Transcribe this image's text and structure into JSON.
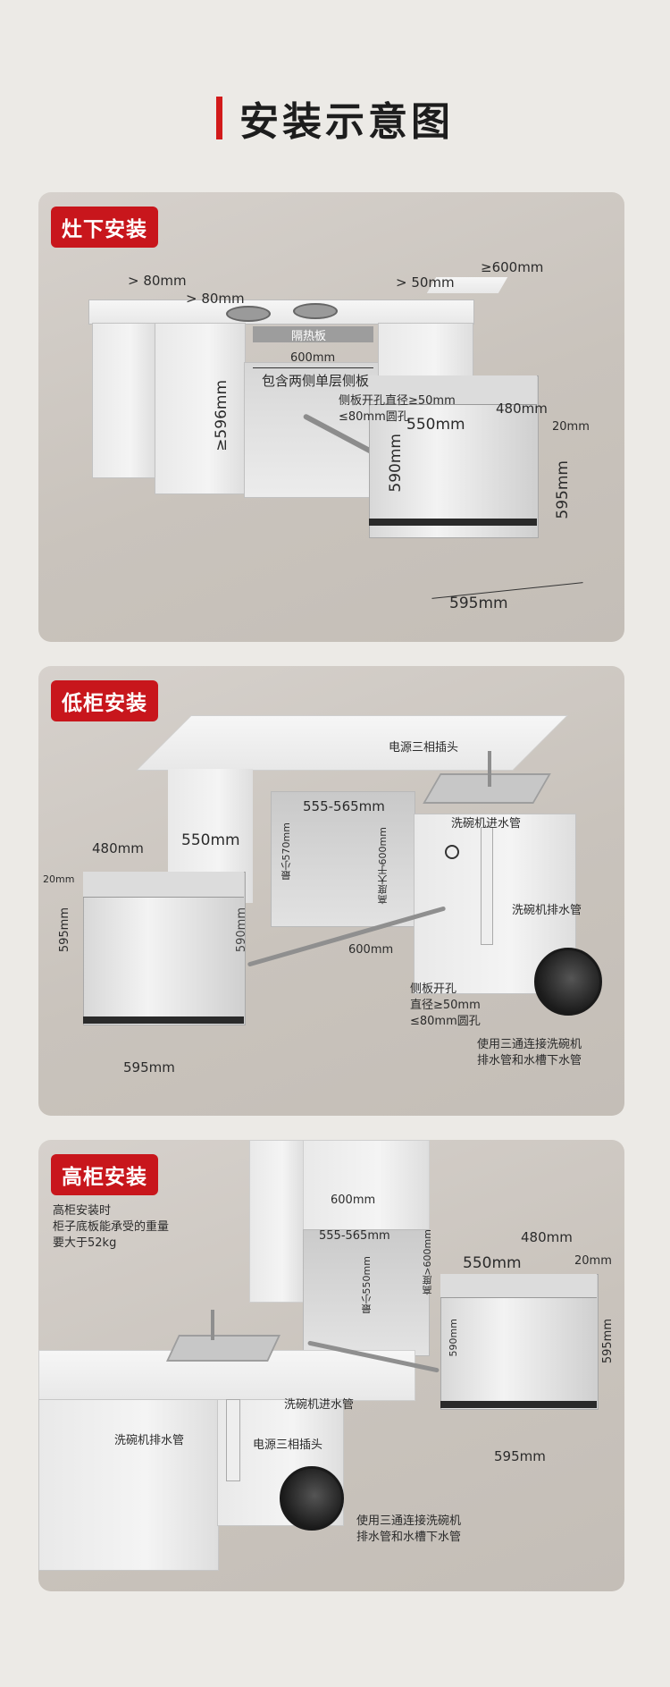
{
  "page_title": "安装示意图",
  "colors": {
    "accent": "#c8161c",
    "background": "#eceae6",
    "panel": "#cdc7c0"
  },
  "section1": {
    "badge": "灶下安装",
    "dim_600_top": "≥600mm",
    "dim_80_a": "> 80mm",
    "dim_80_b": "> 80mm",
    "dim_50": "> 50mm",
    "heat_shield": "隔热板",
    "dim_600_inner": "600mm",
    "side_panel_note": "包含两侧单层侧板",
    "dim_596": "≥596mm",
    "hole_note_1": "侧板开孔直径≥50mm",
    "hole_note_2": "≤80mm圆孔",
    "dim_550": "550mm",
    "dim_480": "480mm",
    "dim_20": "20mm",
    "dim_590": "590mm",
    "dim_595_h": "595mm",
    "dim_595_w": "595mm"
  },
  "section2": {
    "badge": "低柜安装",
    "power": "电源三相插头",
    "inlet": "洗碗机进水管",
    "drain": "洗碗机排水管",
    "dim_555": "555-565mm",
    "min_570": "最小570mm",
    "height_600": "高度大于600mm",
    "dim_600": "600mm",
    "hole_1": "侧板开孔",
    "hole_2": "直径≥50mm",
    "hole_3": "≤80mm圆孔",
    "tee_1": "使用三通连接洗碗机",
    "tee_2": "排水管和水槽下水管",
    "dim_480": "480mm",
    "dim_550": "550mm",
    "dim_20": "20mm",
    "dim_595_side": "595mm",
    "dim_590": "590mm",
    "dim_595_w": "595mm"
  },
  "section3": {
    "badge": "高柜安装",
    "note_1": "高柜安装时",
    "note_2": "柜子底板能承受的重量",
    "note_3": "要大于52kg",
    "dim_600": "600mm",
    "dim_555": "555-565mm",
    "min_550": "最小550mm",
    "height_600": "高度>600mm",
    "inlet": "洗碗机进水管",
    "drain": "洗碗机排水管",
    "power": "电源三相插头",
    "tee_1": "使用三通连接洗碗机",
    "tee_2": "排水管和水槽下水管",
    "dim_480": "480mm",
    "dim_550": "550mm",
    "dim_20": "20mm",
    "dim_590": "590mm",
    "dim_595_h": "595mm",
    "dim_595_w": "595mm"
  }
}
